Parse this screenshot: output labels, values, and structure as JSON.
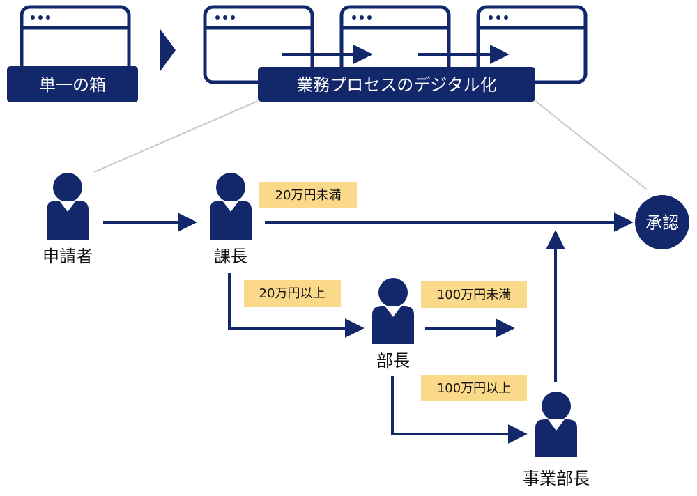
{
  "top": {
    "single_box_label": "単一の箱",
    "digital_process_label": "業務プロセスのデジタル化"
  },
  "roles": {
    "applicant": "申請者",
    "section_chief": "課長",
    "department_head": "部長",
    "division_head": "事業部長"
  },
  "conditions": {
    "under_200k": "20万円未満",
    "over_200k": "20万円以上",
    "under_1m": "100万円未満",
    "over_1m": "100万円以上"
  },
  "approval_label": "承認",
  "colors": {
    "navy": "#13286b",
    "tag_fill": "#fbd98b",
    "connector_gray": "#c8c8c8"
  }
}
